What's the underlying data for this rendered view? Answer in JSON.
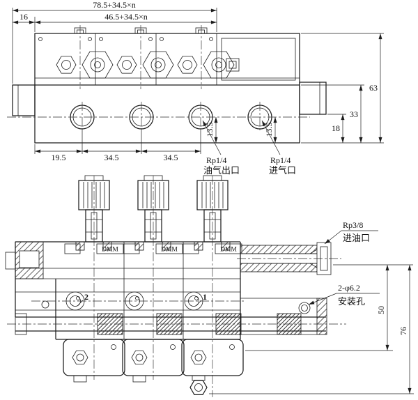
{
  "meta": {
    "background": "#ffffff",
    "line_color": "#1c1c1c"
  },
  "top_view": {
    "dim_total_width": "78.5+34.5×n",
    "dim_left_offset": "16",
    "dim_inner_width": "46.5+34.5×n",
    "dim_height_total": "63",
    "dim_height_port_band": "33",
    "dim_height_step": "18",
    "dim_port_offset": "19.5",
    "dim_port_pitch_1": "34.5",
    "dim_port_pitch_2": "34.5",
    "dim_outlet_depth": "13.5",
    "dim_inlet_depth": "13.5",
    "outlet_thread": "Rp1/4",
    "outlet_name": "油气出口",
    "inlet_thread": "Rp1/4",
    "inlet_name": "进气口"
  },
  "front_view": {
    "unit_label_1": "DMM",
    "unit_label_2": "DMM",
    "unit_label_3": "DMM",
    "oil_inlet_thread": "Rp3/8",
    "oil_inlet_name": "进油口",
    "mounting_hole_spec": "2-φ6.2",
    "mounting_hole_name": "安装孔",
    "dim_height_total": "76",
    "dim_height_mount": "50",
    "marker_left": "2",
    "marker_right": "1"
  }
}
